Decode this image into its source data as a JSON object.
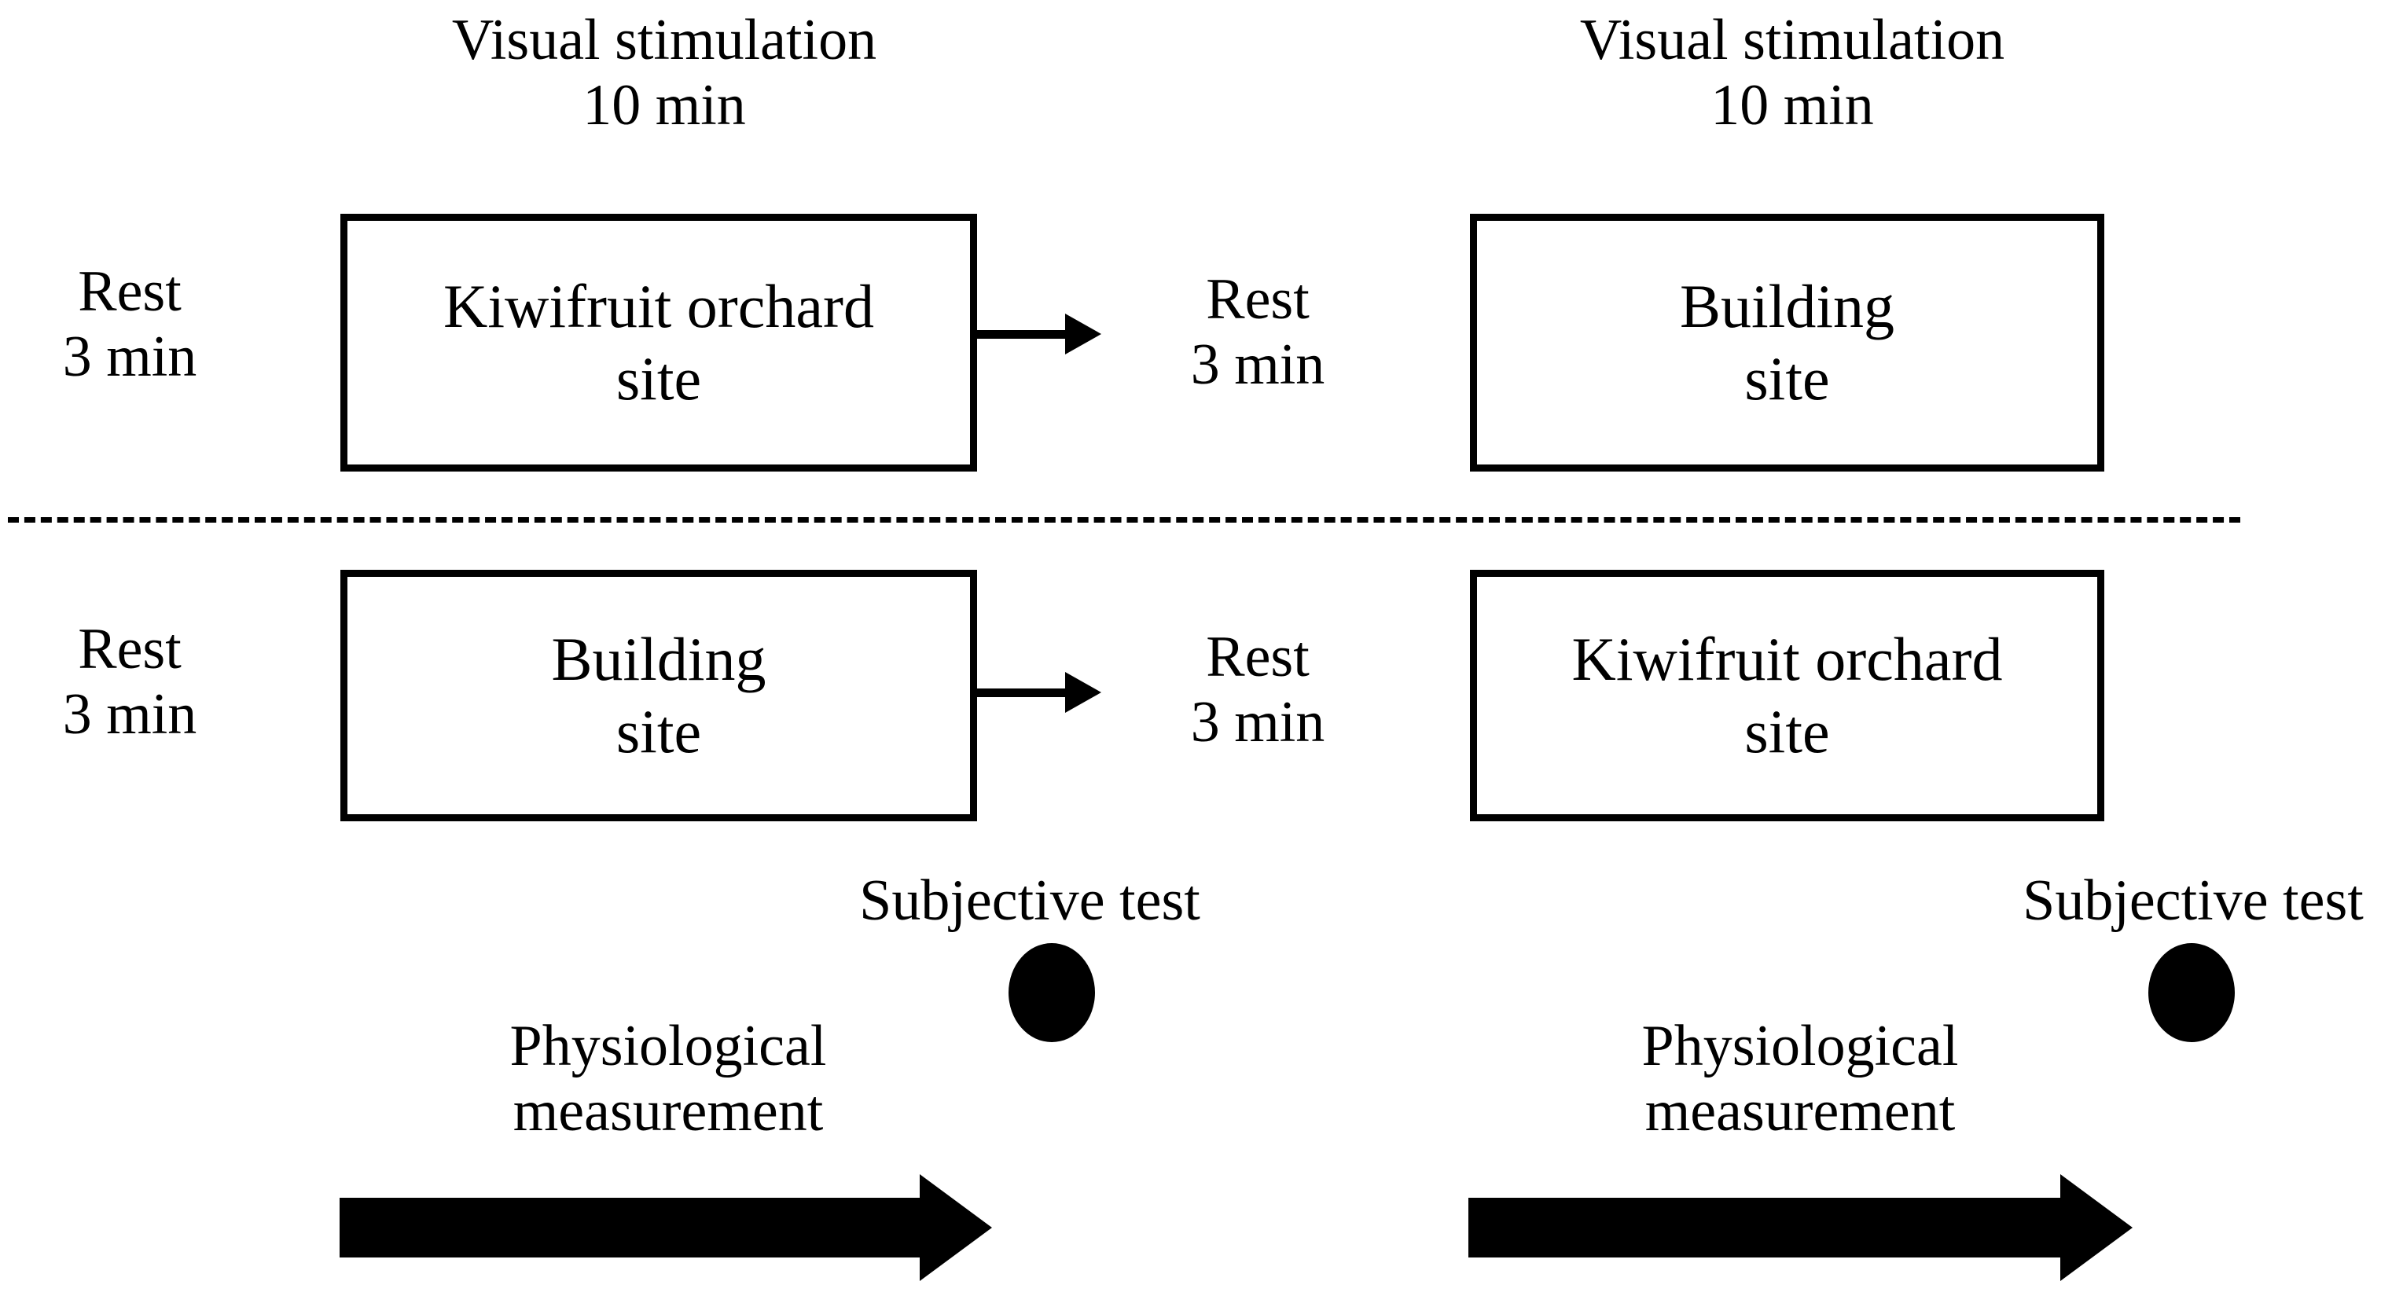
{
  "figure": {
    "type": "experimental-protocol-flow-diagram",
    "background_color": "#ffffff",
    "ink_color": "#000000"
  },
  "headers": [
    {
      "id": "header-left",
      "text": "Visual stimulation\n10 min"
    },
    {
      "id": "header-right",
      "text": "Visual stimulation\n10 min"
    }
  ],
  "rows": [
    {
      "id": "condition-order-a",
      "rest_left": {
        "text": "Rest\n3 min"
      },
      "stimulus_1": {
        "text": "Kiwifruit orchard\nsite"
      },
      "transition": {
        "icon": "right-arrow-icon"
      },
      "rest_middle": {
        "text": "Rest\n3 min"
      },
      "stimulus_2": {
        "text": "Building\nsite"
      }
    },
    {
      "id": "condition-order-b",
      "rest_left": {
        "text": "Rest\n3 min"
      },
      "stimulus_1": {
        "text": "Building\nsite"
      },
      "transition": {
        "icon": "right-arrow-icon"
      },
      "rest_middle": {
        "text": "Rest\n3 min"
      },
      "stimulus_2": {
        "text": "Kiwifruit orchard\nsite"
      }
    }
  ],
  "divider": {
    "style": "dashed",
    "color": "#000000"
  },
  "measurements": [
    {
      "id": "measurement-block-left",
      "subjective_label": "Subjective test",
      "subjective_marker": "filled-circle-icon",
      "physiological_label": "Physiological\nmeasurement",
      "physiological_marker": "thick-right-arrow-icon"
    },
    {
      "id": "measurement-block-right",
      "subjective_label": "Subjective test",
      "subjective_marker": "filled-circle-icon",
      "physiological_label": "Physiological\nmeasurement",
      "physiological_marker": "thick-right-arrow-icon"
    }
  ]
}
